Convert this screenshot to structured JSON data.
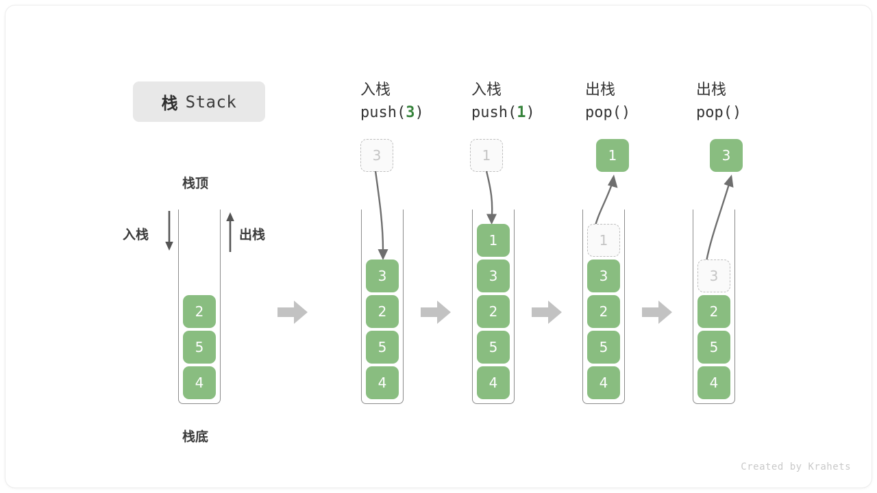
{
  "title": {
    "cn": "栈",
    "en": "Stack"
  },
  "left_diagram": {
    "top_label": "栈顶",
    "bottom_label": "栈底",
    "push_label": "入栈",
    "pop_label": "出栈",
    "cells": [
      "2",
      "5",
      "4"
    ]
  },
  "stages": [
    {
      "id": "push-3",
      "op_cn": "入栈",
      "op_fn": "push(",
      "op_arg": "3",
      "op_close": ")",
      "floating": {
        "value": "3",
        "style": "ghost"
      },
      "direction": "in",
      "cells": [
        {
          "value": "3",
          "style": "filled"
        },
        {
          "value": "2",
          "style": "filled"
        },
        {
          "value": "5",
          "style": "filled"
        },
        {
          "value": "4",
          "style": "filled"
        }
      ]
    },
    {
      "id": "push-1",
      "op_cn": "入栈",
      "op_fn": "push(",
      "op_arg": "1",
      "op_close": ")",
      "floating": {
        "value": "1",
        "style": "ghost"
      },
      "direction": "in",
      "cells": [
        {
          "value": "1",
          "style": "filled"
        },
        {
          "value": "3",
          "style": "filled"
        },
        {
          "value": "2",
          "style": "filled"
        },
        {
          "value": "5",
          "style": "filled"
        },
        {
          "value": "4",
          "style": "filled"
        }
      ]
    },
    {
      "id": "pop-1",
      "op_cn": "出栈",
      "op_fn": "pop(",
      "op_arg": "",
      "op_close": ")",
      "floating": {
        "value": "1",
        "style": "filled"
      },
      "direction": "out",
      "cells": [
        {
          "value": "1",
          "style": "ghost"
        },
        {
          "value": "3",
          "style": "filled"
        },
        {
          "value": "2",
          "style": "filled"
        },
        {
          "value": "5",
          "style": "filled"
        },
        {
          "value": "4",
          "style": "filled"
        }
      ]
    },
    {
      "id": "pop-3",
      "op_cn": "出栈",
      "op_fn": "pop(",
      "op_arg": "",
      "op_close": ")",
      "floating": {
        "value": "3",
        "style": "filled"
      },
      "direction": "out",
      "cells": [
        {
          "value": "3",
          "style": "ghost"
        },
        {
          "value": "2",
          "style": "filled"
        },
        {
          "value": "5",
          "style": "filled"
        },
        {
          "value": "4",
          "style": "filled"
        }
      ]
    }
  ],
  "footer": "Created by Krahets",
  "colors": {
    "cell_fill": "#89bd80",
    "accent_green": "#35823a",
    "badge_bg": "#e8e8e8",
    "arrow_gray": "#c0c0c0",
    "line_gray": "#8a8a8a",
    "ghost_border": "#bdbdbd"
  }
}
